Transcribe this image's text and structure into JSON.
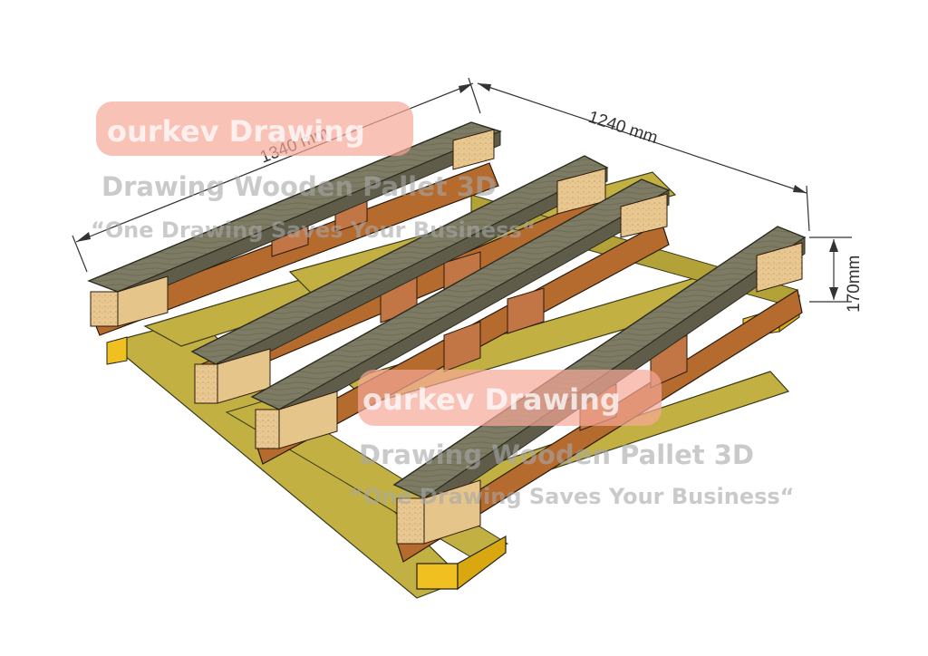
{
  "dimensions": {
    "length": "1340 mm",
    "width": "1240 mm",
    "height": "170mm"
  },
  "watermark": {
    "brand": "ourkev Drawing",
    "title": "Drawing Wooden Pallet 3D",
    "slogan": "“One Drawing Saves Your Business“"
  },
  "colors": {
    "top_board": "#7d7b63",
    "stringer": "#b56a2e",
    "bottom_deck": "#c2b142",
    "foot": "#f0c020",
    "block_end": "#e8c890",
    "watermark_brand_bg": "#f6a899"
  }
}
